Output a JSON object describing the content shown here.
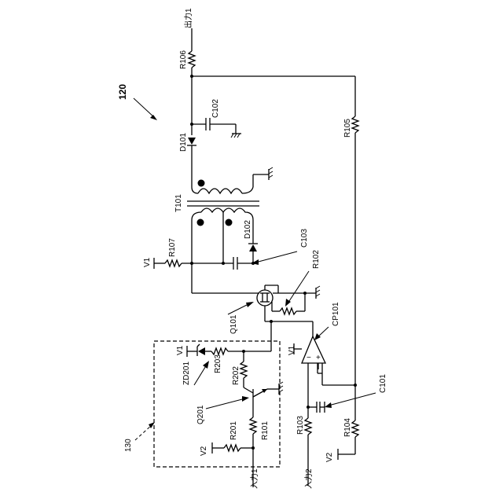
{
  "figure": {
    "number_main": "120",
    "number_sub": "130"
  },
  "terminals": {
    "out1": "出力1",
    "in1": "入力1",
    "in2": "入力2",
    "v1a": "V1",
    "v1b": "V1",
    "v1c": "V1",
    "v2a": "V2",
    "v2b": "V2"
  },
  "components": {
    "R106": "R106",
    "C102": "C102",
    "D101": "D101",
    "R105": "R105",
    "T101": "T101",
    "D102": "D102",
    "R107": "R107",
    "C103": "C103",
    "R102": "R102",
    "Q101": "Q101",
    "CP101": "CP101",
    "ZD201": "ZD201",
    "R203": "R203",
    "R202": "R202",
    "Q201": "Q201",
    "R201": "R201",
    "R101": "R101",
    "C101": "C101",
    "R103": "R103",
    "R104": "R104"
  },
  "comparator": {
    "minus": "−",
    "plus": "+"
  }
}
